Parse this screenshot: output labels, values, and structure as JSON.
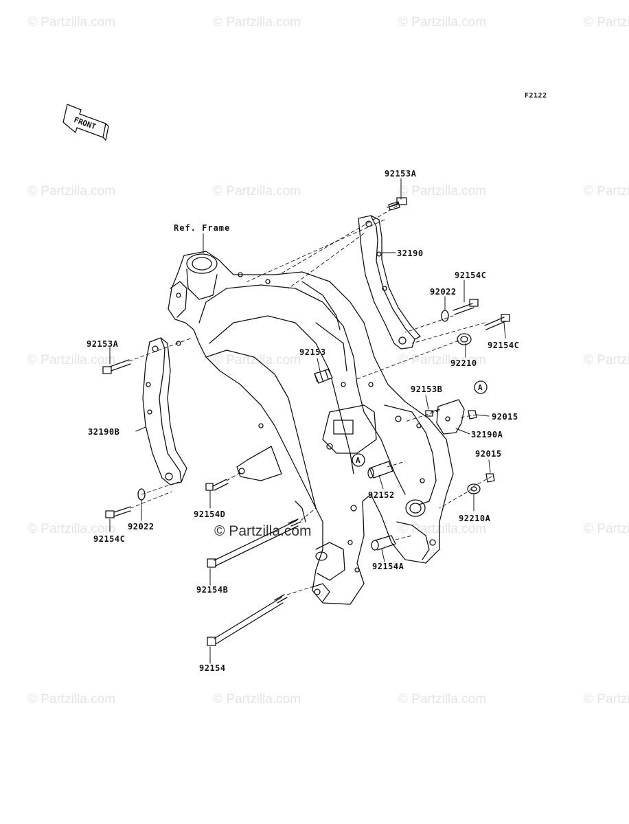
{
  "figure_code": "F2122",
  "front_arrow_text": "FRONT",
  "watermark_text": "© Partzilla.com",
  "ref_label": "Ref. Frame",
  "callouts": [
    "92153A",
    "32190",
    "92154C",
    "92022",
    "92154C",
    "92210",
    "92153A",
    "92153",
    "92153B",
    "92015",
    "32190A",
    "32190B",
    "92015",
    "92152",
    "92210A",
    "92154D",
    "92022",
    "92154C",
    "92154A",
    "92154B",
    "92154"
  ],
  "markers": [
    "A",
    "A"
  ]
}
